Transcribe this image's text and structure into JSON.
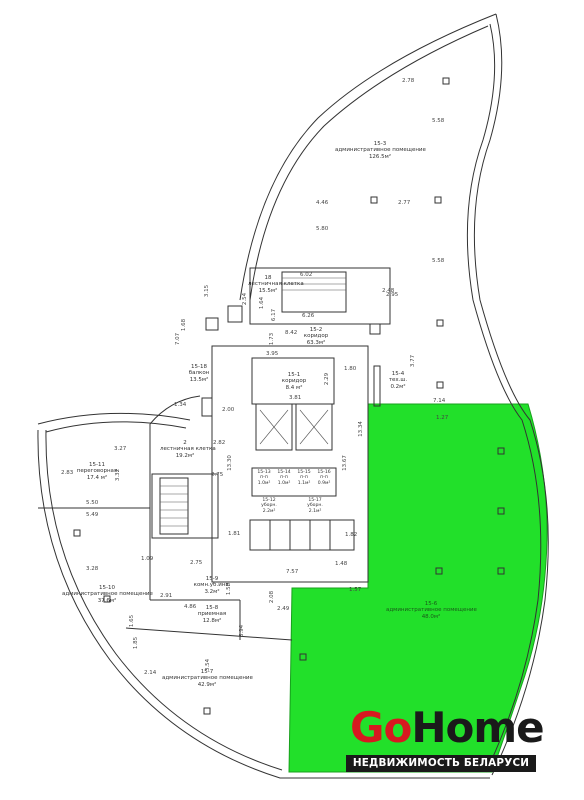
{
  "rooms": {
    "r15_3": {
      "num": "15-3",
      "name": "административное помещение",
      "area": "126.5м²"
    },
    "stair1": {
      "num": "18",
      "name": "лестничная клетка",
      "area": "15.5м²"
    },
    "r15_2": {
      "num": "15-2",
      "name": "коридор",
      "area": "63.3м²"
    },
    "r15_1": {
      "num": "15-1",
      "name": "коридор",
      "area": "8.4 м²"
    },
    "r15_18": {
      "num": "15-18",
      "name": "балкон",
      "area": "13.5м²"
    },
    "r15_4": {
      "num": "15-4",
      "name": "тех.ш.",
      "area": "0.2м²"
    },
    "stair2": {
      "num": "2",
      "name": "лестничная клетка",
      "area": "19.2м²"
    },
    "r15_11": {
      "num": "15-11",
      "name": "переговорная",
      "area": "17.4 м²"
    },
    "r15_10": {
      "num": "15-10",
      "name": "административное помещение",
      "area": "37.6м²"
    },
    "r15_9": {
      "num": "15-9",
      "name": "комн.уб.инв.",
      "area": "3.2м²"
    },
    "r15_8": {
      "num": "15-8",
      "name": "приемная",
      "area": "12.8м²"
    },
    "r15_7": {
      "num": "15-7",
      "name": "административное помещение",
      "area": "42.9м²"
    },
    "r15_6": {
      "num": "15-6",
      "name": "административное помещение",
      "area": "48.0м²"
    },
    "r15_13": {
      "num": "15-13",
      "name": "п-п",
      "area": "1.0м²"
    },
    "r15_14": {
      "num": "15-14",
      "name": "п-п",
      "area": "1.0м²"
    },
    "r15_15": {
      "num": "15-15",
      "name": "п-п",
      "area": "1.1м²"
    },
    "r15_16": {
      "num": "15-16",
      "name": "п-п",
      "area": "0.9м²"
    },
    "r15_12": {
      "num": "15-12",
      "name": "уборн.",
      "area": "2.2м²"
    },
    "r15_17": {
      "num": "15-17",
      "name": "уборн.",
      "area": "2.1м²"
    }
  },
  "dims": [
    "2.78",
    "5.58",
    "4.46",
    "2.77",
    "5.80",
    "5.58",
    "6.02",
    "2.48",
    "2.95",
    "6.26",
    "3.15",
    "2.54",
    "1.64",
    "1.68",
    "6.17",
    "8.42",
    "1.73",
    "7.07",
    "3.95",
    "1.80",
    "2.29",
    "3.77",
    "7.14",
    "3.81",
    "1.34",
    "2.00",
    "13.34",
    "3.27",
    "2.82",
    "2.75",
    "1.27",
    "13.30",
    "13.67",
    "2.83",
    "3.32",
    "5.50",
    "5.49",
    "1.81",
    "1.82",
    "3.28",
    "1.09",
    "2.75",
    "1.58",
    "7.57",
    "1.48",
    "1.57",
    "2.91",
    "4.86",
    "2.08",
    "2.49",
    "6.94",
    "1.65",
    "1.85",
    "3.54",
    "2.14"
  ],
  "logo": {
    "go": "Go",
    "home": "Home",
    "tagline": "НЕДВИЖИМОСТЬ БЕЛАРУСИ"
  },
  "colors": {
    "highlight": "#22e02a",
    "logo_red": "#d71920",
    "logo_dark": "#1a1a1a",
    "walls": "#333333"
  }
}
